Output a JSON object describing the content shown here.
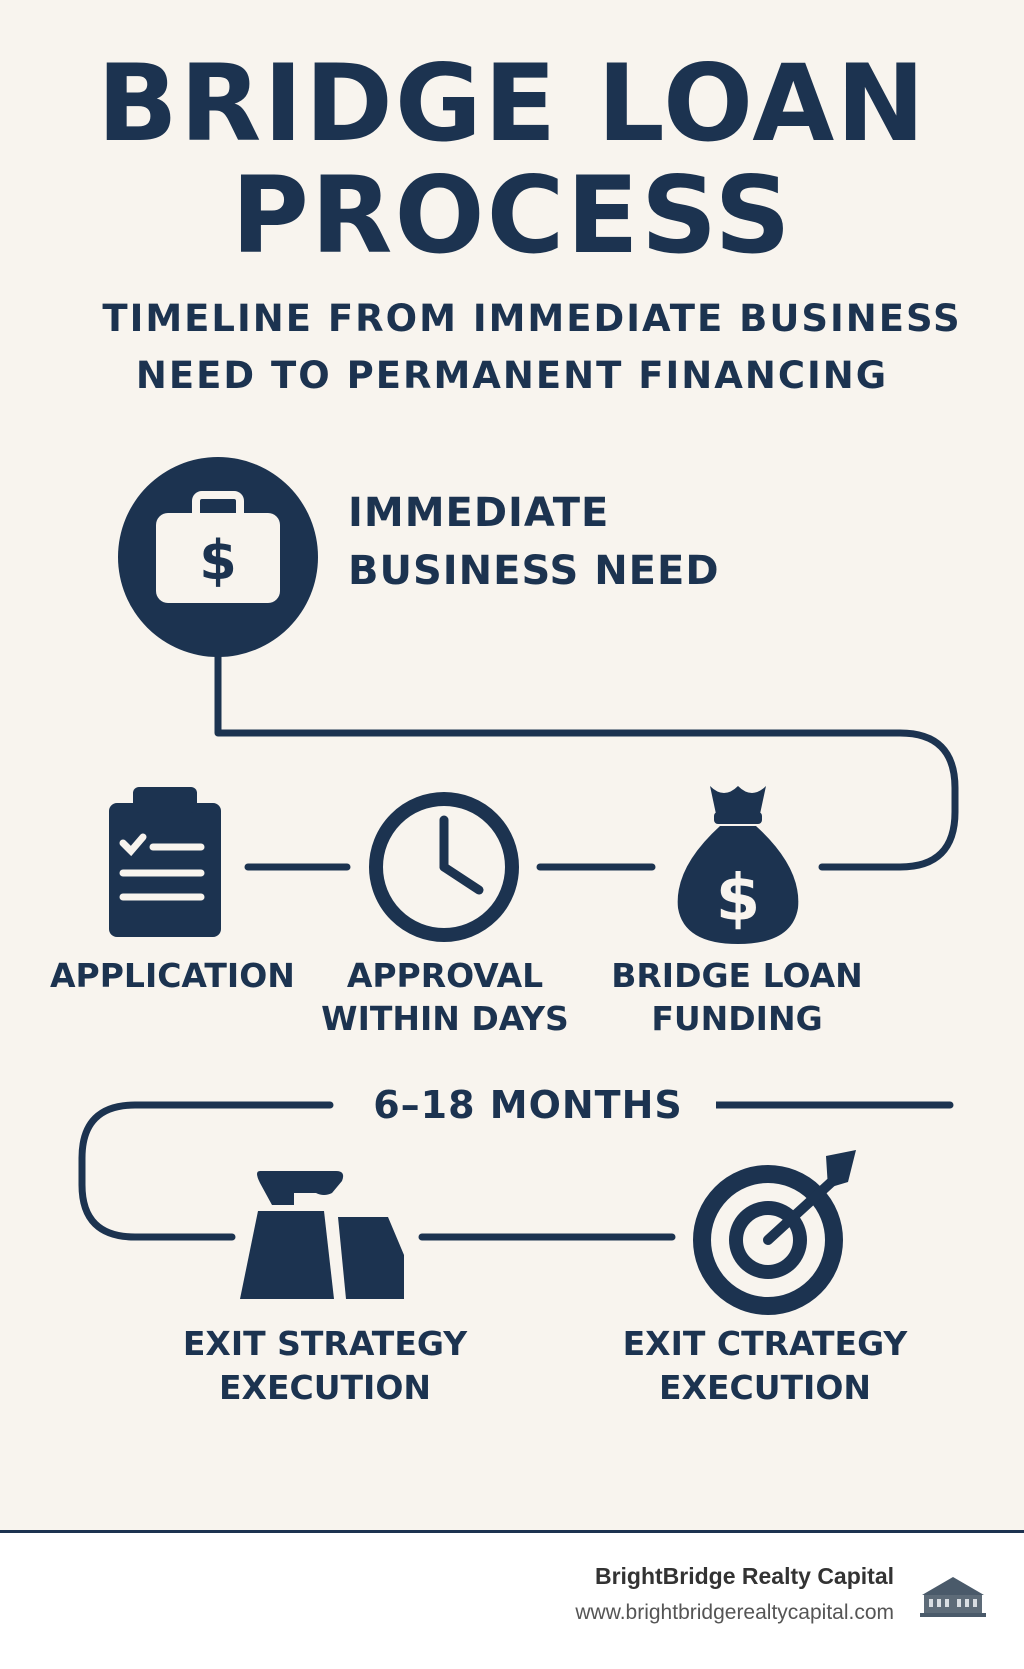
{
  "title": {
    "line1": "BRIDGE LOAN",
    "line2": "PROCESS"
  },
  "subtitle": {
    "line1": "TIMELINE FROM IMMEDIATE BUSINESS",
    "line2": "NEED TO PERMANENT FINANCING"
  },
  "steps": {
    "need": {
      "line1": "IMMEDIATE",
      "line2": "BUSINESS NEED",
      "icon": "briefcase-dollar-icon"
    },
    "application": {
      "line1": "APPLICATION",
      "icon": "clipboard-icon"
    },
    "approval": {
      "line1": "APPROVAL",
      "line2": "WITHIN DAYS",
      "icon": "clock-icon"
    },
    "funding": {
      "line1": "BRIDGE LOAN",
      "line2": "FUNDING",
      "icon": "money-bag-icon"
    },
    "exit1": {
      "line1": "EXIT STRATEGY",
      "line2": "EXECUTION",
      "icon": "factory-icon"
    },
    "exit2": {
      "line1": "EXIT CTRATEGY",
      "line2": "EXECUTION",
      "icon": "target-icon"
    }
  },
  "duration": "6–18 MONTHS",
  "footer": {
    "company": "BrightBridge Realty Capital",
    "url": "www.brightbridgerealtycapital.com",
    "logo": "building-logo-icon"
  },
  "colors": {
    "primary": "#1c3350",
    "background": "#f8f4ee",
    "footer_bg": "#ffffff"
  }
}
